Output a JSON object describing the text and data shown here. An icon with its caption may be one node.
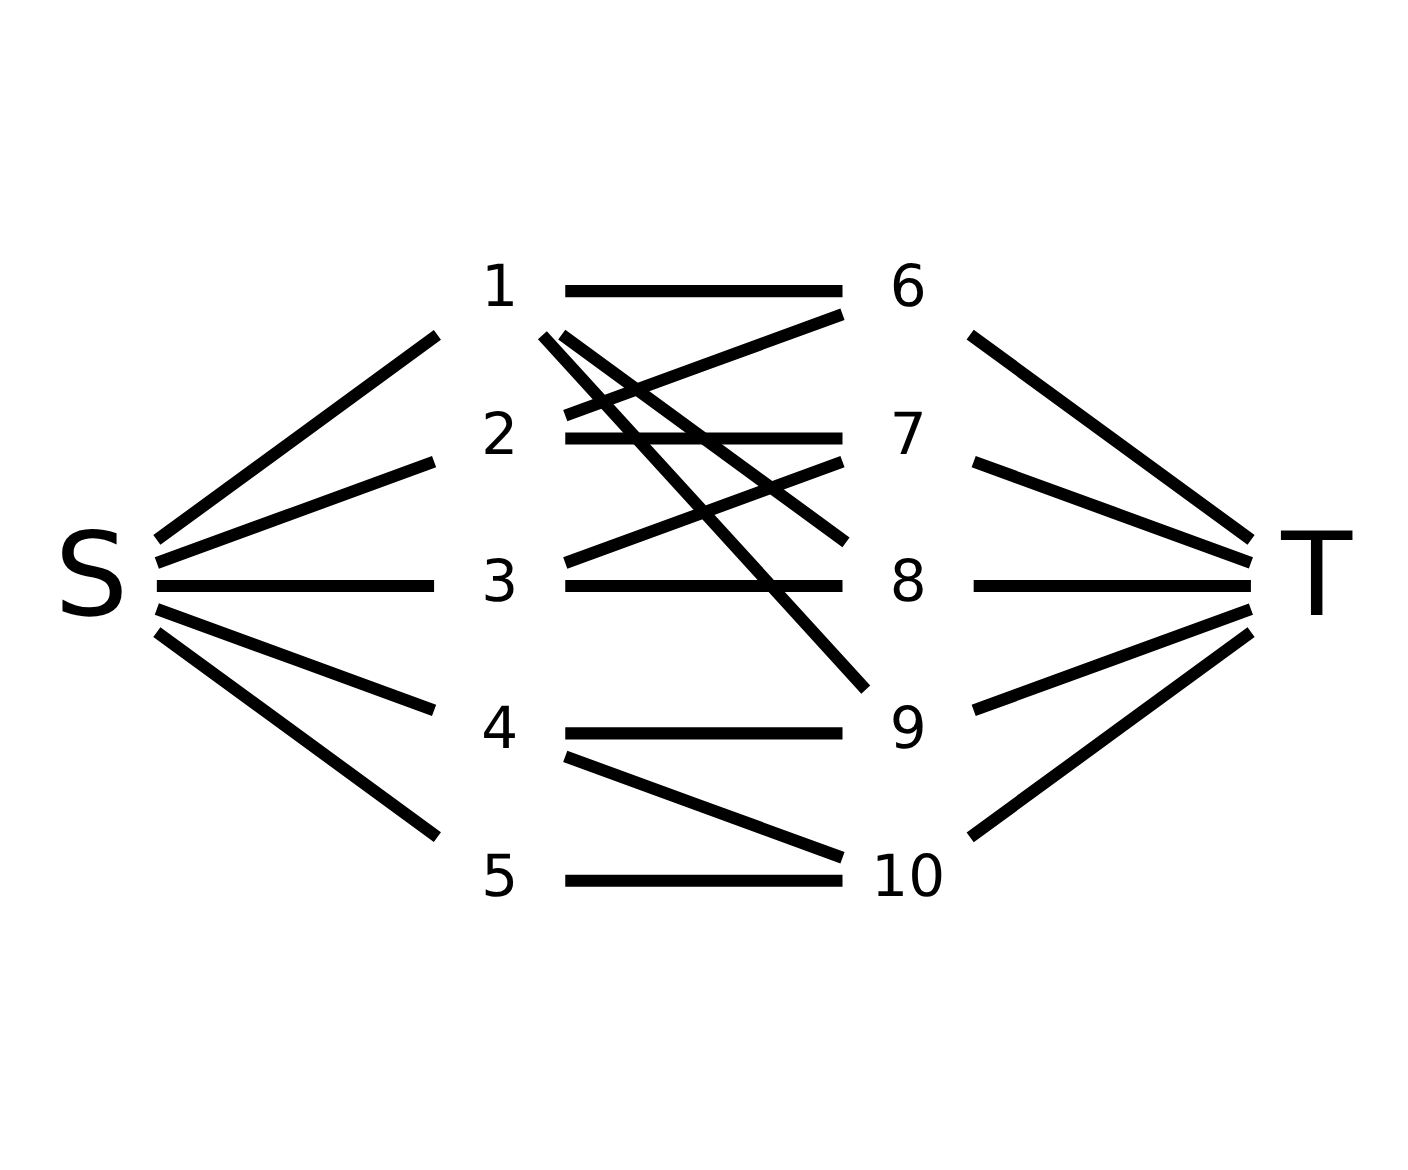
{
  "diagram": {
    "nodes": [
      {
        "text": [
          "S"
        ]
      },
      {
        "text": [
          "1"
        ]
      },
      {
        "text": [
          "2"
        ]
      },
      {
        "text": [
          "3"
        ]
      },
      {
        "text": [
          "4"
        ]
      },
      {
        "text": [
          "5"
        ]
      },
      {
        "text": [
          "6"
        ]
      },
      {
        "text": [
          "7"
        ]
      },
      {
        "text": [
          "8"
        ]
      },
      {
        "text": [
          "9"
        ]
      },
      {
        "text": [
          "10"
        ]
      },
      {
        "text": [
          "T"
        ]
      }
    ],
    "edges": [
      {
        "from": 0,
        "to": 1,
        "arrow": "none"
      },
      {
        "from": 0,
        "to": 2,
        "arrow": "none"
      },
      {
        "from": 0,
        "to": 3,
        "arrow": "none"
      },
      {
        "from": 0,
        "to": 4,
        "arrow": "none"
      },
      {
        "from": 0,
        "to": 5,
        "arrow": "none"
      },
      {
        "from": 1,
        "to": 6,
        "arrow": "none"
      },
      {
        "from": 1,
        "to": 8,
        "arrow": "none"
      },
      {
        "from": 1,
        "to": 9,
        "arrow": "none"
      },
      {
        "from": 2,
        "to": 6,
        "arrow": "none"
      },
      {
        "from": 2,
        "to": 7,
        "arrow": "none"
      },
      {
        "from": 3,
        "to": 7,
        "arrow": "none"
      },
      {
        "from": 3,
        "to": 8,
        "arrow": "none"
      },
      {
        "from": 4,
        "to": 9,
        "arrow": "none"
      },
      {
        "from": 4,
        "to": 10,
        "arrow": "none"
      },
      {
        "from": 5,
        "to": 10,
        "arrow": "none"
      },
      {
        "from": 6,
        "to": 11,
        "arrow": "none"
      },
      {
        "from": 7,
        "to": 11,
        "arrow": "none"
      },
      {
        "from": 8,
        "to": 11,
        "arrow": "none"
      },
      {
        "from": 9,
        "to": 11,
        "arrow": "none"
      },
      {
        "from": 10,
        "to": 11,
        "arrow": "none"
      }
    ]
  }
}
